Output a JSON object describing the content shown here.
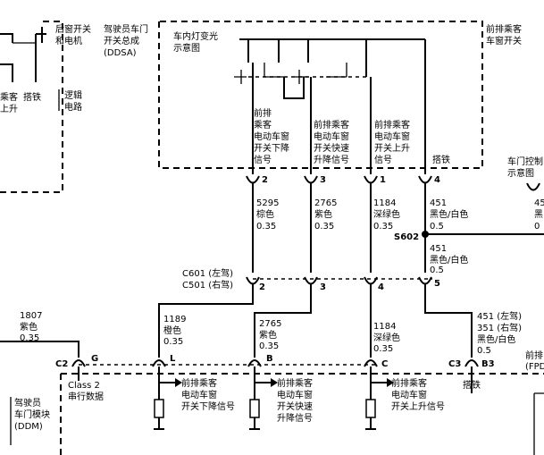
{
  "components": {
    "rear_window_switch_motor": [
      "后窗开关",
      "和电机"
    ],
    "ddsa": [
      "驾驶员车门",
      "开关总成",
      "(DDSA)"
    ],
    "left_fragment": [
      "乘客",
      "上升"
    ],
    "left_ground": "搭铁",
    "logic_circuit": [
      "逻辑",
      "电路"
    ],
    "interior_lamp": [
      "车内灯变光",
      "示意图"
    ],
    "front_pass_switch": [
      "前排乘客",
      "车窗开关"
    ],
    "door_control": [
      "车门控制",
      "示意图"
    ],
    "ddm": [
      "驾驶员",
      "车门模块",
      "(DDM)"
    ],
    "class2": [
      "Class 2",
      "串行数据"
    ],
    "right_fragment": [
      "前排",
      "(FPD"
    ],
    "bottom_ground": "搭铁"
  },
  "switch_signals": [
    {
      "label": [
        "前排",
        "乘客",
        "电动车窗",
        "开关下降",
        "信号"
      ],
      "pin": "2"
    },
    {
      "label": [
        "前排乘客",
        "电动车窗",
        "开关快速",
        "升降信号"
      ],
      "pin": "3"
    },
    {
      "label": [
        "前排乘客",
        "电动车窗",
        "开关上升",
        "信号"
      ],
      "pin": "1"
    },
    {
      "label": [
        "搭铁"
      ],
      "pin": "4"
    }
  ],
  "wires_upper": [
    {
      "circuit": "5295",
      "color": "棕色",
      "gauge": "0.35"
    },
    {
      "circuit": "2765",
      "color": "紫色",
      "gauge": "0.35"
    },
    {
      "circuit": "1184",
      "color": "深绿色",
      "gauge": "0.35"
    },
    {
      "circuit": "451",
      "color": "黑色/白色",
      "gauge": "0.5"
    }
  ],
  "right_wire_fragment": [
    "45",
    "黑",
    "0"
  ],
  "splice": "S602",
  "splice_wire": {
    "circuit": "451",
    "color": "黑色/白色",
    "gauge": "0.5"
  },
  "connector_c601": [
    "C601 (左驾)",
    "C501 (右驾)"
  ],
  "c601_pins": [
    "2",
    "3",
    "4",
    "5"
  ],
  "wire_1807": {
    "circuit": "1807",
    "color": "紫色",
    "gauge": "0.35"
  },
  "wires_lower": [
    {
      "circuit": "1189",
      "color": "橙色",
      "gauge": "0.35"
    },
    {
      "circuit": "2765",
      "color": "紫色",
      "gauge": "0.35"
    },
    {
      "circuit": "1184",
      "color": "深绿色",
      "gauge": "0.35"
    },
    {
      "circuit": "451 (左驾)",
      "color": "351 (右驾)",
      "gauge": "黑色/白色",
      "extra": "0.5"
    }
  ],
  "c2_label": "C2",
  "c2_pins": [
    "G",
    "L",
    "B",
    "C"
  ],
  "c3_label": "C3",
  "c3_pin": "B3",
  "ddm_outputs": [
    [
      "前排乘客",
      "电动车窗",
      "开关下降信号"
    ],
    [
      "前排乘客",
      "电动车窗",
      "开关快速",
      "升降信号"
    ],
    [
      "前排乘客",
      "电动车窗",
      "开关上升信号"
    ]
  ]
}
